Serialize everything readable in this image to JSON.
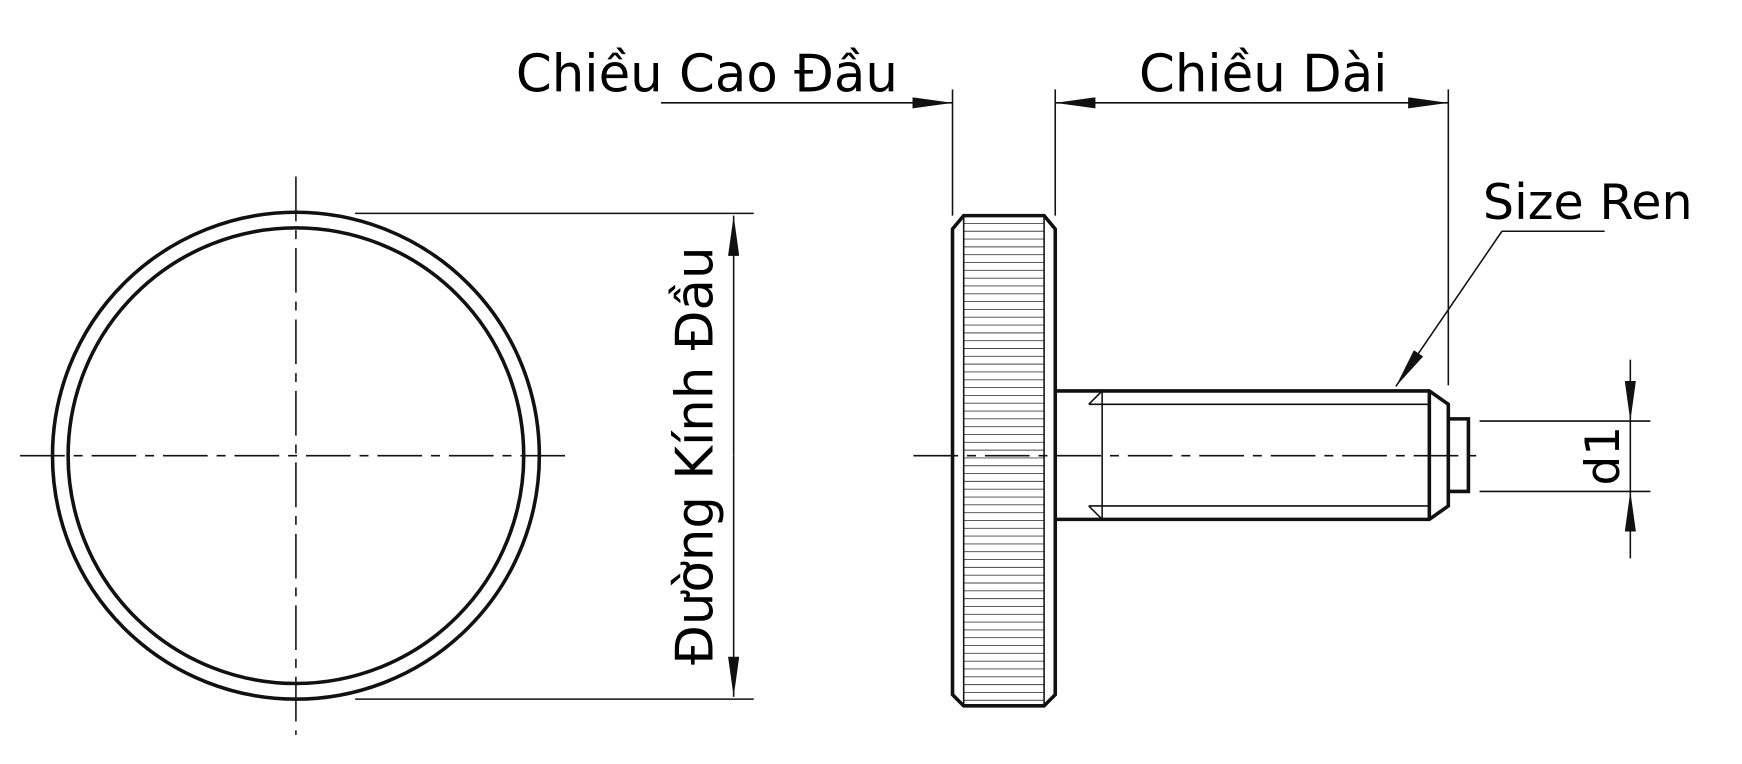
{
  "labels": {
    "head_height": "Chiều Cao Đầu",
    "length": "Chiều Dài",
    "thread_size": "Size Ren",
    "head_diameter": "Đường Kính Đầu",
    "pilot_diameter": "d1"
  },
  "colors": {
    "line": "#111111",
    "background": "#ffffff"
  }
}
